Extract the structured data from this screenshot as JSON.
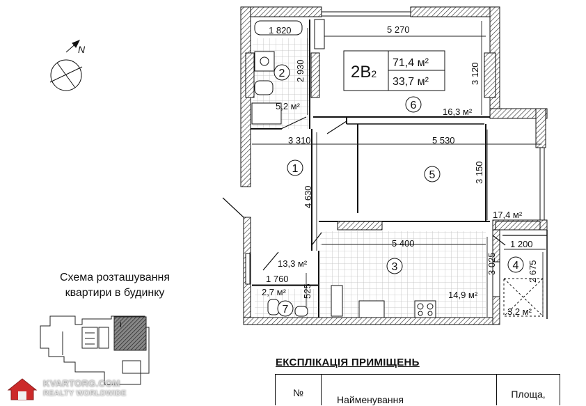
{
  "apartment": {
    "code": "2В",
    "code_sub": "2",
    "total_area": "71,4 м²",
    "living_area": "33,7 м²"
  },
  "compass": {
    "label": "N"
  },
  "rooms": [
    {
      "num": "1"
    },
    {
      "num": "2",
      "area": "5,2 м²"
    },
    {
      "num": "3",
      "area": "14,9 м²"
    },
    {
      "num": "4",
      "area": "3,2 м²"
    },
    {
      "num": "5",
      "area": "17,4 м²"
    },
    {
      "num": "6",
      "area": "16,3 м²"
    },
    {
      "num": "7",
      "area": "2,7 м²"
    }
  ],
  "extra_areas": {
    "corridor": "13,3 м²"
  },
  "dimensions": {
    "tub": "1 820",
    "top": "5 270",
    "bath_h": "2 930",
    "room6_h": "3 120",
    "left_w": "3 310",
    "room5_w": "5 530",
    "hall_h": "4 630",
    "room5_h": "3 150",
    "kitchen_w": "5 400",
    "balcony_w": "1 200",
    "kitchen_h": "3 025",
    "balcony_h": "2 675",
    "wc_w": "1 760",
    "wc_h": "525"
  },
  "scheme": {
    "title_line1": "Схема розташування",
    "title_line2": "квартири в будинку",
    "marker": "I"
  },
  "explication": {
    "title": "ЕКСПЛІКАЦІЯ ПРИМІЩЕНЬ",
    "col_num": "№",
    "col_name": "Найменування",
    "col_area": "Площа,"
  },
  "watermark": {
    "line1": "KVARTORG.COM",
    "line2": "REALTY WORLDWIDE"
  }
}
